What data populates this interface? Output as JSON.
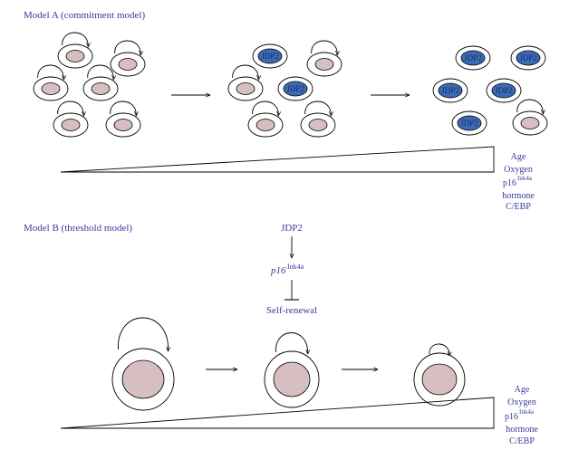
{
  "model_a": {
    "title": "Model A (commitment model)",
    "cell_label": "JDP2",
    "factors": [
      "Age",
      "Oxygen",
      "p16",
      "hormone",
      "C/EBP"
    ],
    "factor_superscript": "Ink4a"
  },
  "model_b": {
    "title": "Model B (threshold model)",
    "pathway": {
      "top": "JDP2",
      "middle_prefix": "p16",
      "middle_superscript": "Ink4a",
      "bottom": "Self-renewal"
    },
    "factors": [
      "Age",
      "Oxygen",
      "p16",
      "hormone",
      "C/EBP"
    ],
    "factor_superscript": "Ink4a"
  },
  "colors": {
    "text": "#3a3a9a",
    "nucleus_normal": "#d7bfc1",
    "nucleus_jdp2": "#3c6bb6",
    "outline": "#000000"
  }
}
